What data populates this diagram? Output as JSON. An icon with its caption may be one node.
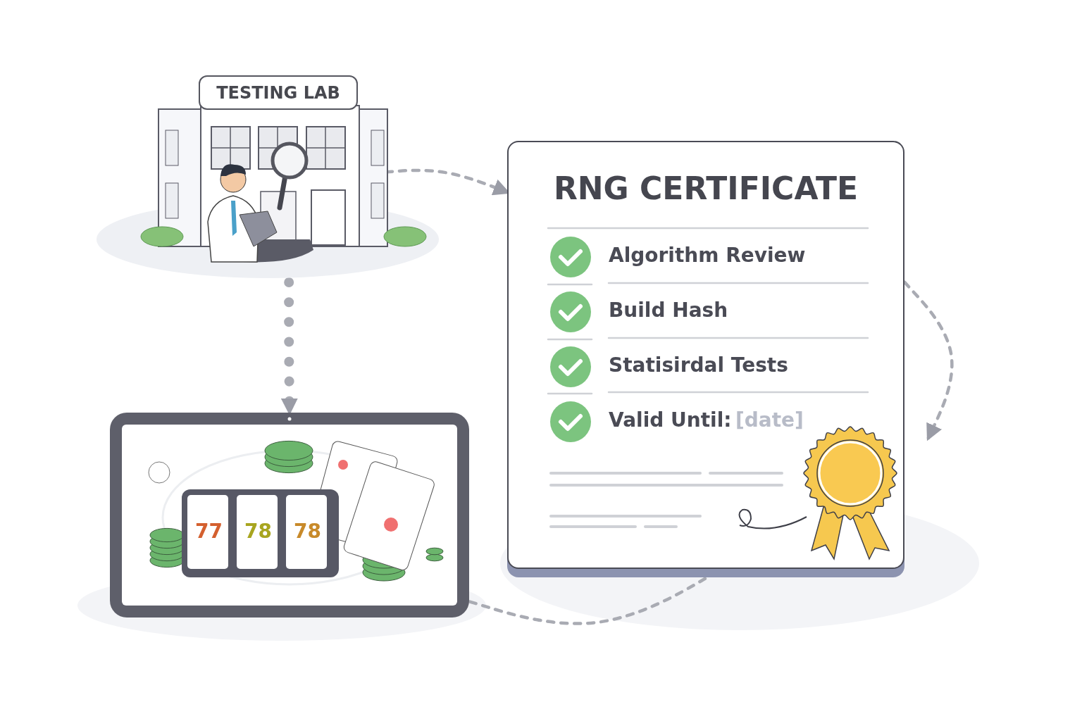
{
  "diagram": {
    "nodes": [
      {
        "text": [
          "TESTING LAB"
        ]
      },
      {
        "text": [
          "RNG CERTIFICATE",
          "Algorithm Review",
          "Build Hash",
          "Statisirdal Tests",
          "Valid Until:",
          "[date]"
        ]
      },
      {
        "text": [],
        "shape": "picture"
      }
    ],
    "edges": [
      {
        "from": 0,
        "to": 1,
        "arrow": "to",
        "style": "dashed"
      },
      {
        "from": 0,
        "to": 2,
        "arrow": "to",
        "style": "dashed"
      },
      {
        "from": 1,
        "to": null,
        "arrow": "to",
        "style": "dashed"
      },
      {
        "from": 2,
        "to": 1,
        "arrow": "none",
        "style": "dashed"
      }
    ],
    "labels": [
      "77",
      "78",
      "78"
    ]
  }
}
